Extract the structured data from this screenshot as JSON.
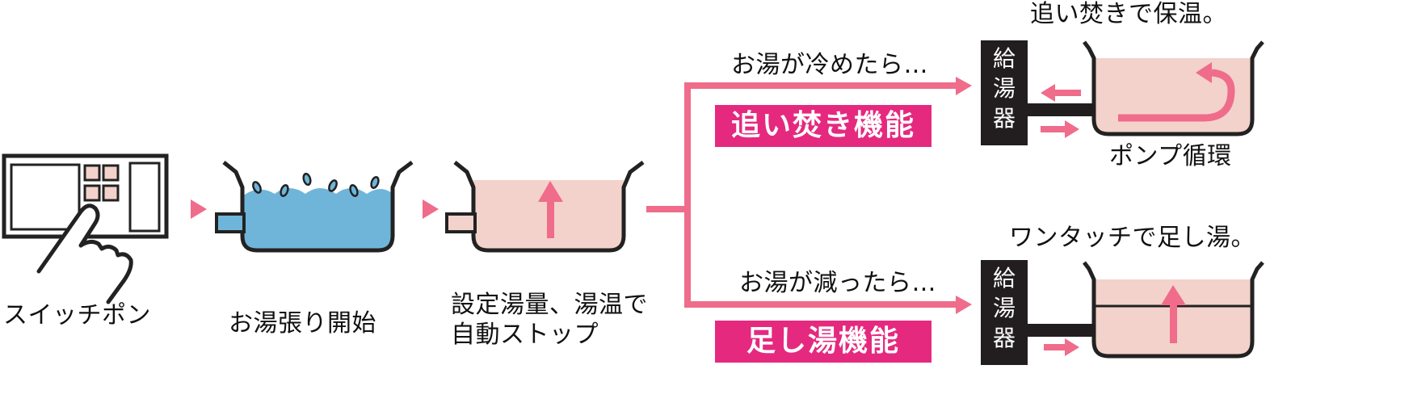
{
  "steps": {
    "switch_label": "スイッチポン",
    "fill_label": "お湯張り開始",
    "stop_label_line1": "設定湯量、湯温で",
    "stop_label_line2": "自動ストップ"
  },
  "reheat": {
    "condition": "お湯が冷めたら…",
    "badge": "追い焚き機能",
    "result_title": "追い焚きで保温。",
    "heater_label": "給湯器",
    "pump_label": "ポンプ循環"
  },
  "topup": {
    "condition": "お湯が減ったら…",
    "badge": "足し湯機能",
    "result_title": "ワンタッチで足し湯。",
    "heater_label": "給湯器"
  },
  "colors": {
    "accent_pink": "#ef6c8a",
    "badge_magenta": "#e5297f",
    "water_blue": "#6fb5d9",
    "bath_beige": "#f3d2cb",
    "heater_black": "#221e1f"
  }
}
